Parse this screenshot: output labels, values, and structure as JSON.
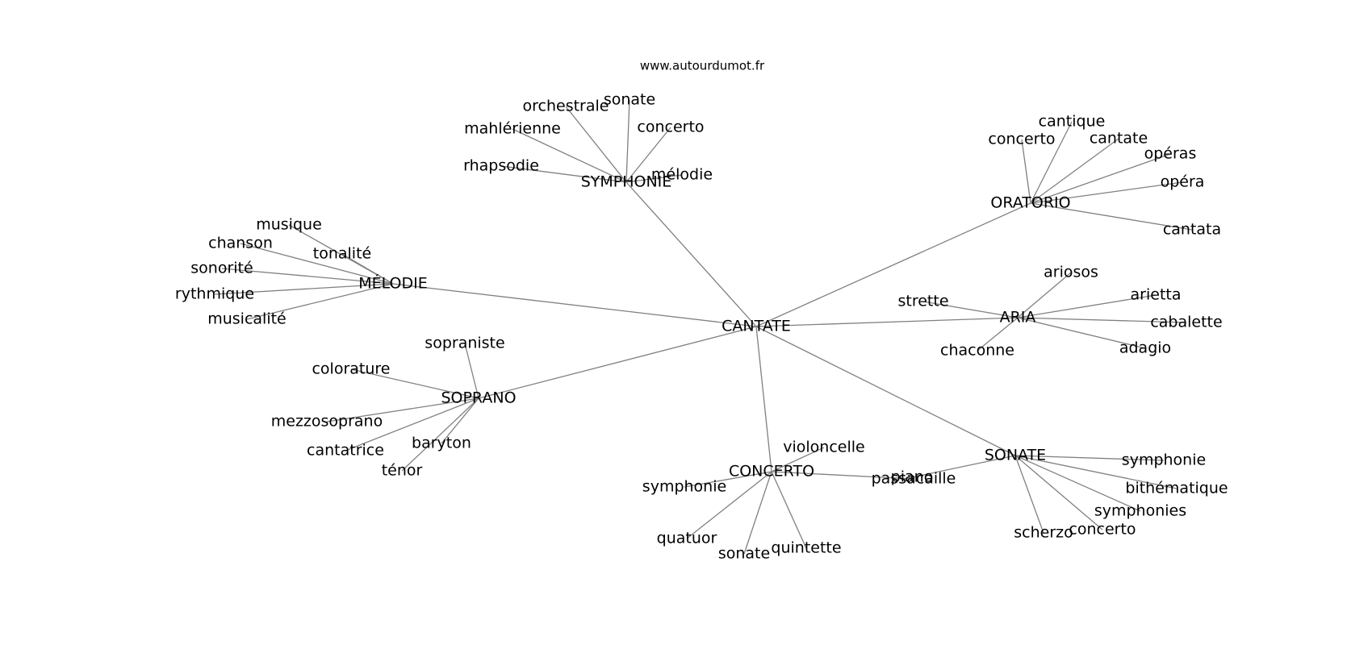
{
  "source_label": "www.autourdumot.fr",
  "graph": {
    "center": "CANTATE",
    "hubs": [
      {
        "label": "SYMPHONIE",
        "leaves": [
          "sonate",
          "orchestrale",
          "concerto",
          "mahlérienne",
          "rhapsodie",
          "mélodie"
        ]
      },
      {
        "label": "ORATORIO",
        "leaves": [
          "cantique",
          "concerto",
          "cantate",
          "opéras",
          "opéra",
          "cantata"
        ]
      },
      {
        "label": "MÉLODIE",
        "leaves": [
          "musique",
          "chanson",
          "tonalité",
          "sonorité",
          "rythmique",
          "musicalité"
        ]
      },
      {
        "label": "ARIA",
        "leaves": [
          "ariosos",
          "strette",
          "arietta",
          "cabalette",
          "chaconne",
          "adagio"
        ]
      },
      {
        "label": "SOPRANO",
        "leaves": [
          "sopraniste",
          "colorature",
          "mezzosoprano",
          "cantatrice",
          "baryton",
          "ténor"
        ]
      },
      {
        "label": "CONCERTO",
        "leaves": [
          "violoncelle",
          "symphonie",
          "passacaille",
          "quatuor",
          "sonate",
          "quintette"
        ]
      },
      {
        "label": "SONATE",
        "leaves": [
          "piano",
          "symphonie",
          "bithématique",
          "symphonies",
          "scherzo",
          "concerto"
        ]
      }
    ]
  }
}
